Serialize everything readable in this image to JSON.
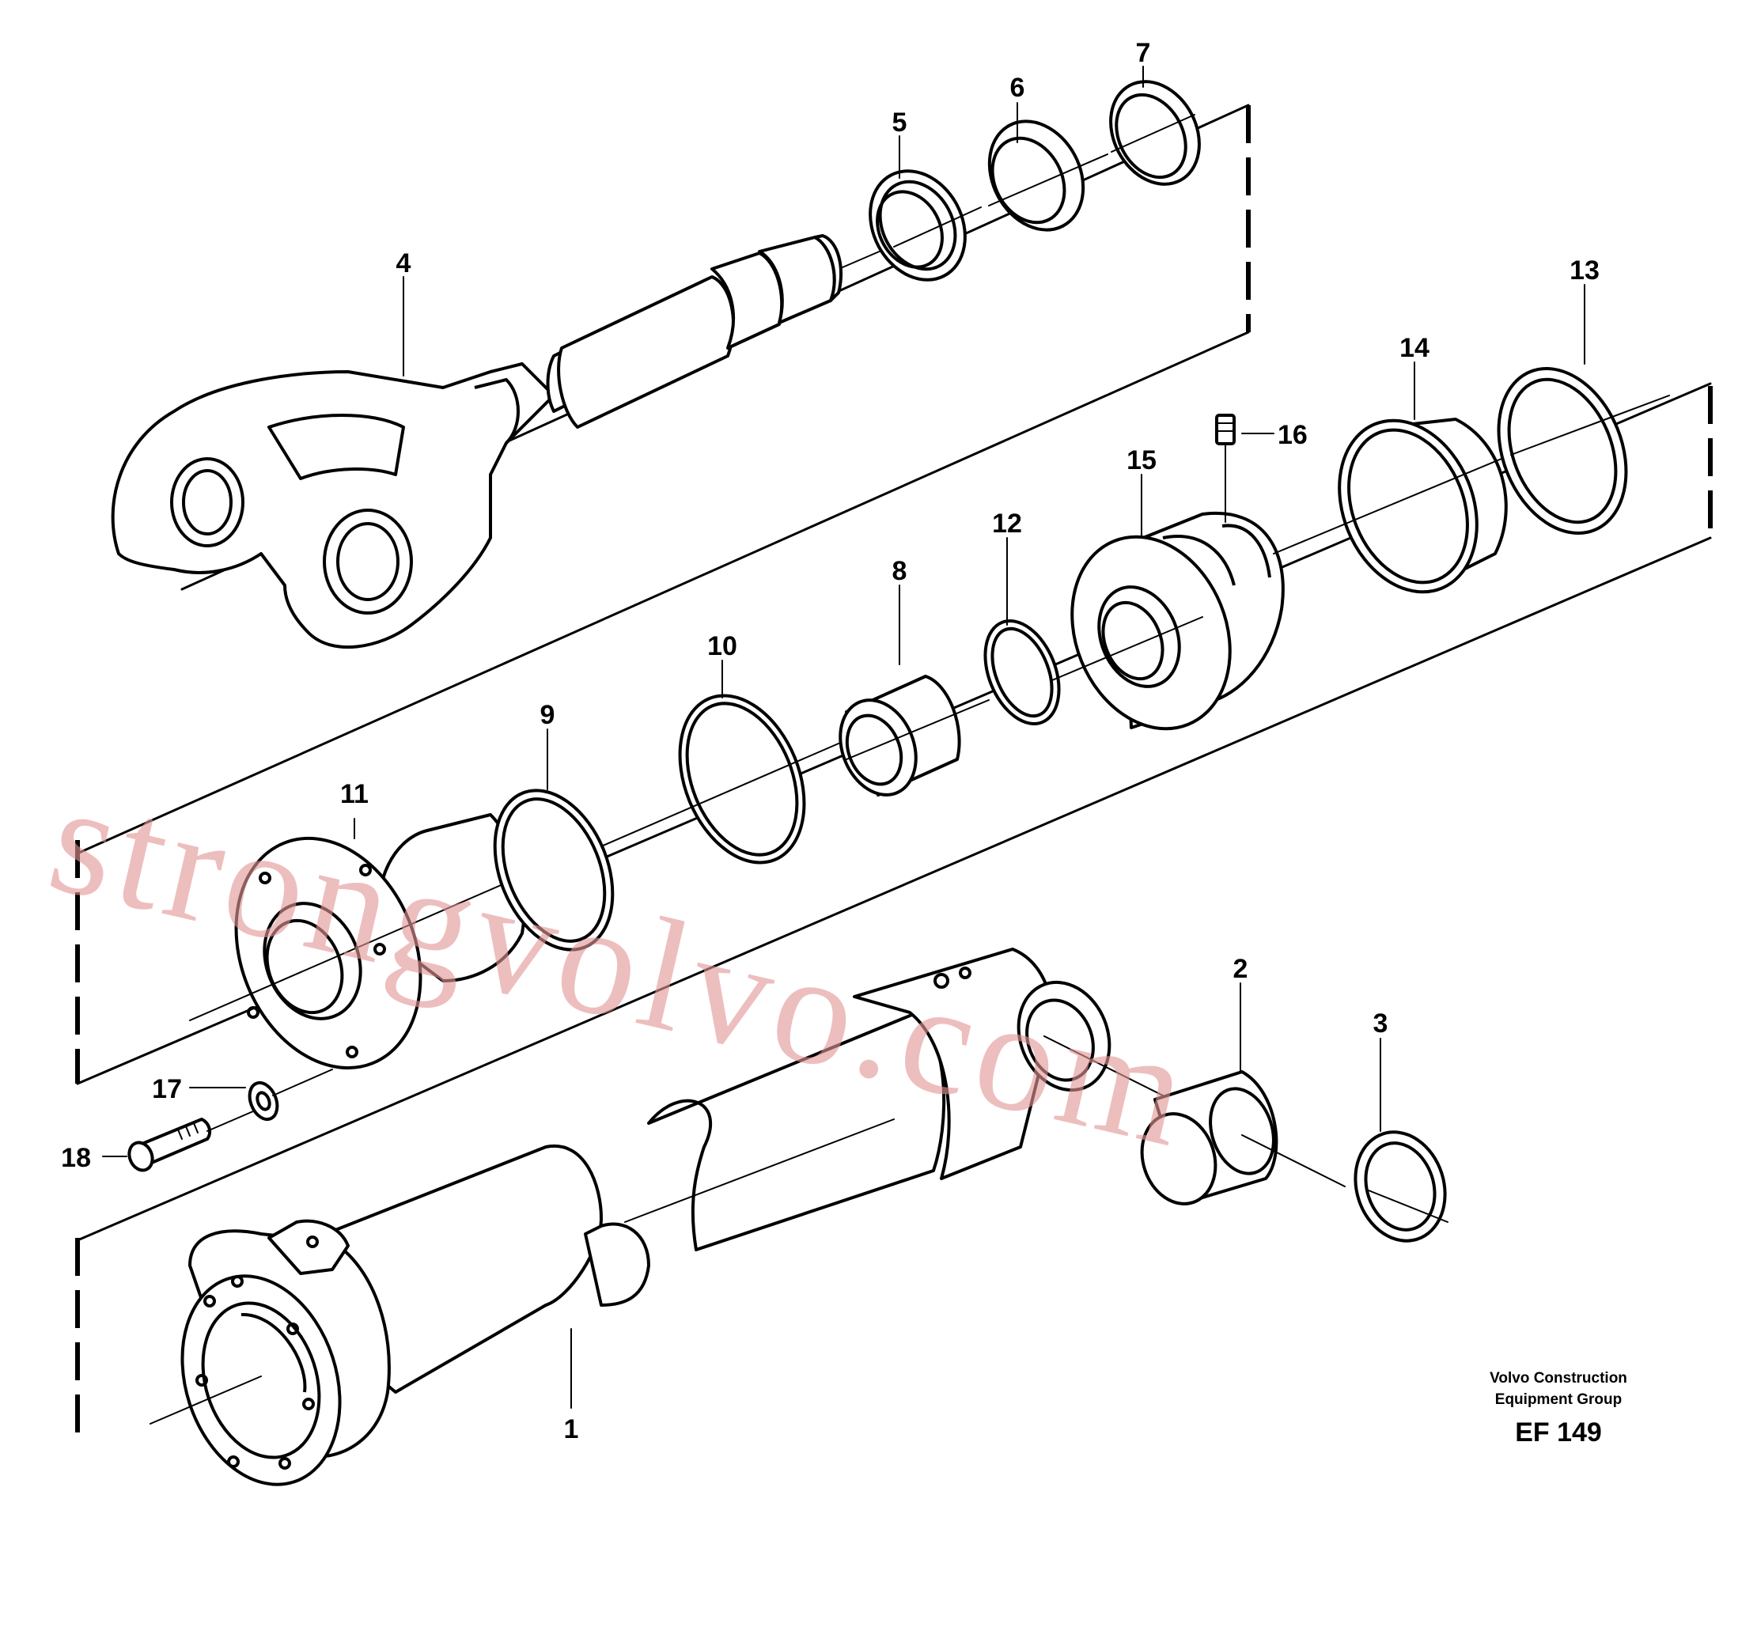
{
  "diagram": {
    "part_labels": [
      {
        "id": "1",
        "text": "1"
      },
      {
        "id": "2",
        "text": "2"
      },
      {
        "id": "3",
        "text": "3"
      },
      {
        "id": "4",
        "text": "4"
      },
      {
        "id": "5",
        "text": "5"
      },
      {
        "id": "6",
        "text": "6"
      },
      {
        "id": "7",
        "text": "7"
      },
      {
        "id": "8",
        "text": "8"
      },
      {
        "id": "9",
        "text": "9"
      },
      {
        "id": "10",
        "text": "10"
      },
      {
        "id": "11",
        "text": "11"
      },
      {
        "id": "12",
        "text": "12"
      },
      {
        "id": "13",
        "text": "13"
      },
      {
        "id": "14",
        "text": "14"
      },
      {
        "id": "15",
        "text": "15"
      },
      {
        "id": "16",
        "text": "16"
      },
      {
        "id": "17",
        "text": "17"
      },
      {
        "id": "18",
        "text": "18"
      }
    ],
    "caption": {
      "line1": "Volvo Construction",
      "line2": "Equipment Group",
      "code": "EF 149"
    },
    "watermark": "strongvolvo.com"
  }
}
